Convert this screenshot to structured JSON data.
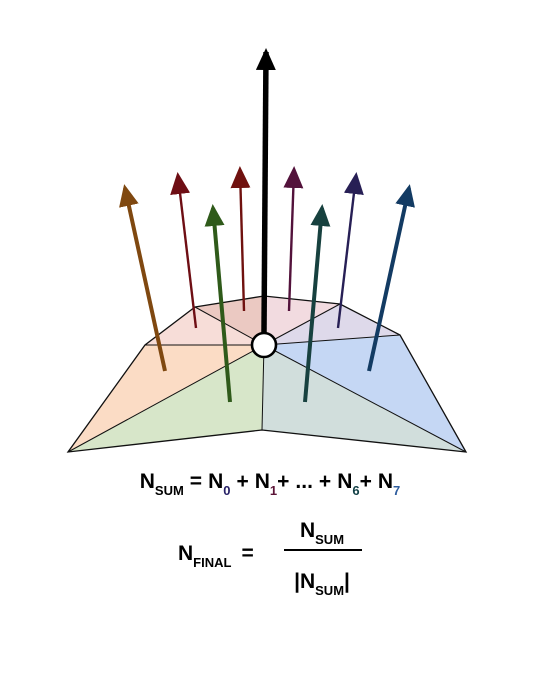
{
  "colors": {
    "background": "#ffffff",
    "outline": "#111111",
    "center_arrow": "#000000",
    "faces": [
      "#f7ddd8",
      "#ebc9c2",
      "#f2dbe0",
      "#ded9ea",
      "#fbdcc5",
      "#d7e6c9",
      "#d1dedc",
      "#c5d7f4"
    ],
    "vectors": {
      "n0": "#7f4810",
      "n1": "#6e0e14",
      "n2": "#2f5a1a",
      "n3": "#70110f",
      "n4": "#53123b",
      "n5": "#17413f",
      "n6": "#271f55",
      "n7": "#133b63"
    },
    "subscript_colors": {
      "n0": "#262066",
      "n1": "#5b1437",
      "n6": "#124046",
      "n7": "#2e5d9e"
    }
  },
  "center_vertex": {
    "shape": "hollow-circle"
  },
  "equation_sum": {
    "lhs_letter": "N",
    "lhs_sub": "SUM",
    "equals": "=",
    "t0_letter": "N",
    "t0_sub": "0",
    "plus1": "+",
    "t1_letter": "N",
    "t1_sub": "1",
    "plus2": "+",
    "ellipsis": "...",
    "plus3": "+",
    "t6_letter": "N",
    "t6_sub": "6",
    "plus4": "+",
    "t7_letter": "N",
    "t7_sub": "7"
  },
  "equation_final": {
    "lhs_letter": "N",
    "lhs_sub": "FINAL",
    "equals": "=",
    "num_letter": "N",
    "num_sub": "SUM",
    "den_open": "|",
    "den_letter": "N",
    "den_sub": "SUM",
    "den_close": "|"
  }
}
